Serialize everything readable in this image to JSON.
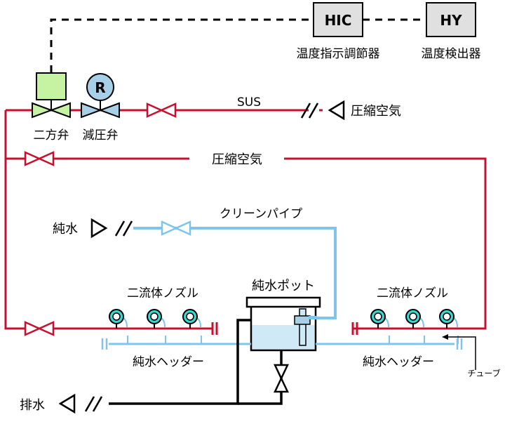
{
  "boxes": {
    "hic": "HIC",
    "hy": "HY",
    "valve_r": "R"
  },
  "labels": {
    "hic_caption": "温度指示調節器",
    "hy_caption": "温度検出器",
    "two_way_valve": "二方弁",
    "reducing_valve": "減圧弁",
    "sus": "SUS",
    "compressed_air_top": "圧縮空気",
    "compressed_air_mid": "圧縮空気",
    "pure_water_in": "純水",
    "clean_pipe": "クリーンパイプ",
    "pure_water_pot": "純水ポット",
    "nozzle_left": "二流体ノズル",
    "nozzle_right": "二流体ノズル",
    "header_left": "純水ヘッダー",
    "header_right": "純水ヘッダー",
    "tube": "チューブ",
    "drain": "排水"
  },
  "colors": {
    "air_line": "#c8102e",
    "water_line": "#7fc4ea",
    "signal_line": "#000000",
    "valve_green": "#c6f3a2",
    "valve_blue": "#a8cfe8",
    "nozzle": "#3ad6d0",
    "pot_water": "#cfeaf6",
    "box_fill": "#e0e0e0"
  }
}
